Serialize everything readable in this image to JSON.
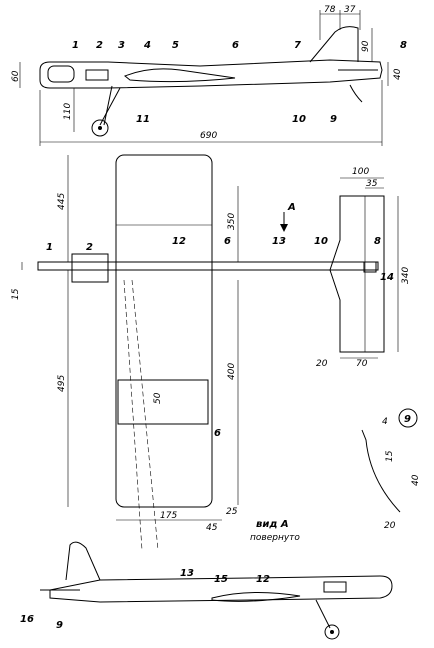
{
  "top_view": {
    "dims": {
      "d78": "78",
      "d37": "37",
      "d60": "60",
      "d90": "90",
      "d40": "40",
      "d110": "110",
      "d690": "690"
    },
    "callouts": [
      "1",
      "2",
      "3",
      "4",
      "5",
      "6",
      "7",
      "8",
      "9",
      "10",
      "11"
    ]
  },
  "plan_view": {
    "dims": {
      "d445": "445",
      "d495": "495",
      "d15": "15",
      "d350": "350",
      "d400": "400",
      "d50": "50",
      "d175": "175",
      "d45": "45",
      "d25": "25",
      "d100": "100",
      "d35": "35",
      "d340": "340",
      "d20": "20",
      "d70": "70"
    },
    "callouts": {
      "c1": "1",
      "c2": "2",
      "c12": "12",
      "c6a": "6",
      "c6b": "6",
      "c13": "13",
      "c10": "10",
      "c8": "8",
      "c14": "14"
    },
    "arrow_label": "A"
  },
  "detail9": {
    "label": "9",
    "dims": {
      "d4": "4",
      "d15": "15",
      "d40": "40",
      "d20": "20"
    }
  },
  "view_a": {
    "caption_line1": "вид А",
    "caption_line2": "повернуто",
    "callouts": {
      "c13": "13",
      "c15": "15",
      "c12": "12",
      "c16": "16",
      "c9": "9"
    }
  }
}
